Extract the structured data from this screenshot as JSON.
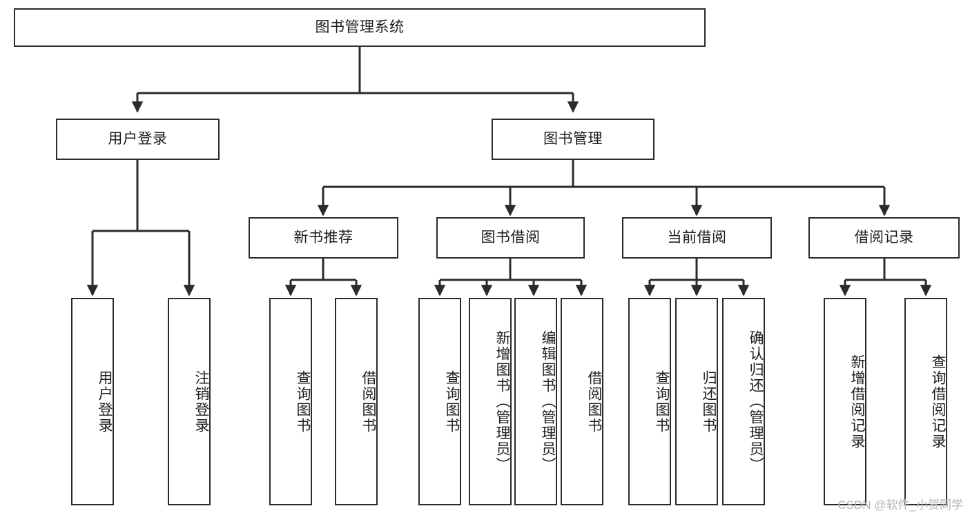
{
  "diagram": {
    "type": "tree-hierarchy",
    "title": "图书管理系统",
    "orientation": "top-down",
    "colors": {
      "box_border": "#2b2b2b",
      "box_fill": "#ffffff",
      "edge": "#2b2b2b",
      "text": "#1d1d1d",
      "watermark": "#b4b4b4",
      "background": "#ffffff"
    },
    "watermark": "CSDN @软件_小贺同学",
    "nodes": {
      "root": {
        "label": "图书管理系统"
      },
      "level2": [
        {
          "label": "用户登录"
        },
        {
          "label": "图书管理"
        }
      ],
      "level3": [
        {
          "label": "新书推荐"
        },
        {
          "label": "图书借阅"
        },
        {
          "label": "当前借阅"
        },
        {
          "label": "借阅记录"
        }
      ],
      "leaves": {
        "user_login": [
          {
            "label": "用户登录"
          },
          {
            "label": "注销登录"
          }
        ],
        "new_book_recommend": [
          {
            "label": "查询图书"
          },
          {
            "label": "借阅图书"
          }
        ],
        "book_borrow": [
          {
            "label": "查询图书"
          },
          {
            "label": "新增图书（管理员）"
          },
          {
            "label": "编辑图书（管理员）"
          },
          {
            "label": "借阅图书"
          }
        ],
        "current_borrow": [
          {
            "label": "查询图书"
          },
          {
            "label": "归还图书"
          },
          {
            "label": "确认归还（管理员）"
          }
        ],
        "borrow_record": [
          {
            "label": "新增借阅记录"
          },
          {
            "label": "查询借阅记录"
          }
        ]
      }
    }
  }
}
